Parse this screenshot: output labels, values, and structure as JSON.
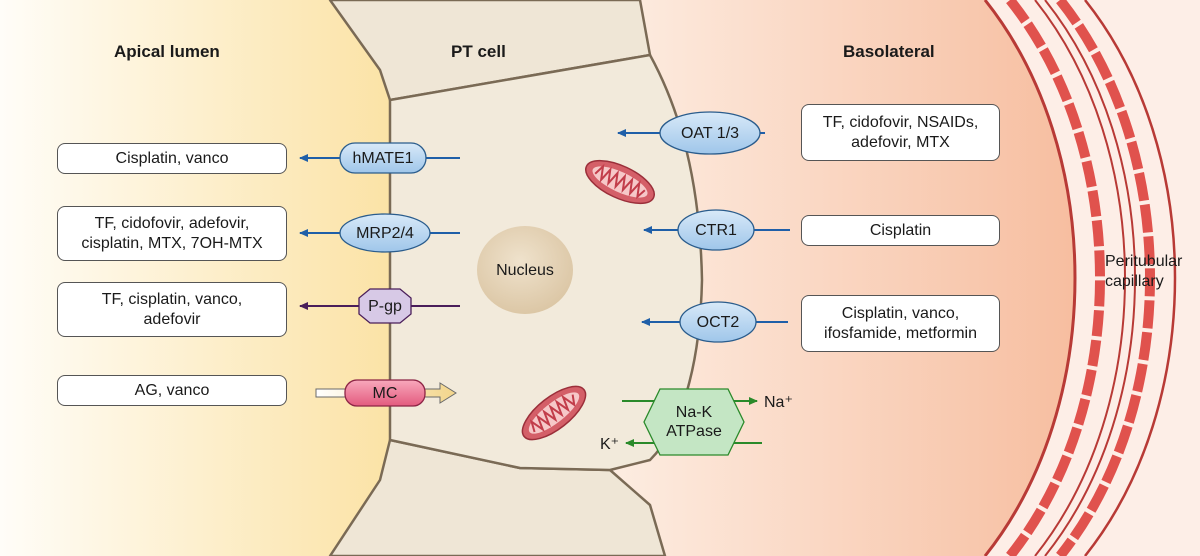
{
  "regions": {
    "apical": "Apical lumen",
    "cell": "PT cell",
    "basolateral": "Basolateral",
    "capillary": "Peritubular\ncapillary"
  },
  "apical_boxes": [
    "Cisplatin, vanco",
    "TF, cidofovir, adefovir,\ncisplatin, MTX, 7OH-MTX",
    "TF, cisplatin, vanco,\nadefovir",
    "AG, vanco"
  ],
  "basolateral_boxes": [
    "TF, cidofovir, NSAIDs,\nadefovir, MTX",
    "Cisplatin",
    "Cisplatin, vanco,\nifosfamide, metformin"
  ],
  "transporters": {
    "hmate1": "hMATE1",
    "mrp": "MRP2/4",
    "pgp": "P-gp",
    "mc": "MC",
    "oat": "OAT 1/3",
    "ctr1": "CTR1",
    "oct2": "OCT2",
    "nak": "Na-K\nATPase"
  },
  "organelles": {
    "nucleus": "Nucleus"
  },
  "ions": {
    "na": "Na⁺",
    "k": "K⁺"
  },
  "colors": {
    "apical_gradient": [
      "#fffdf8",
      "#fbe3a8"
    ],
    "cell_fill": "#f2eadb",
    "basolateral_gradient": [
      "#fde9dc",
      "#f6b896"
    ],
    "transport_arrow": "#1f5fa8",
    "pgp_arrow": "#4a1e5a",
    "nak_arrow": "#2a8a2a",
    "transporter_blue": "#bcd8f0",
    "pgp_fill": "#d7c9e6",
    "mc_fill": "#ec6f8d",
    "nak_fill": "#c4e6c4",
    "nucleus": "#e6d6bc",
    "mitochondria": "#d45f68",
    "capillary_red": "#e0524d"
  }
}
